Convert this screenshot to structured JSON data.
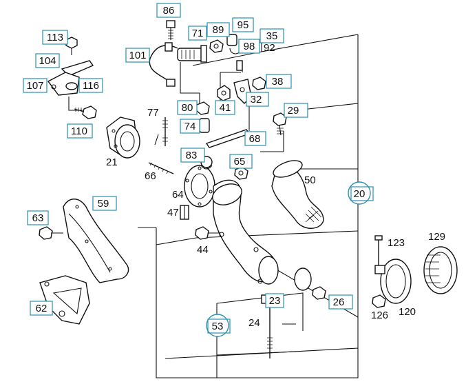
{
  "diagram": {
    "accent_color": "#2a8fb0",
    "boxed_labels": [
      {
        "key": "86",
        "text": "86"
      },
      {
        "key": "71",
        "text": "71"
      },
      {
        "key": "89",
        "text": "89"
      },
      {
        "key": "95",
        "text": "95"
      },
      {
        "key": "35",
        "text": "35"
      },
      {
        "key": "98",
        "text": "98"
      },
      {
        "key": "113",
        "text": "113"
      },
      {
        "key": "101",
        "text": "101"
      },
      {
        "key": "104",
        "text": "104"
      },
      {
        "key": "107",
        "text": "107"
      },
      {
        "key": "116",
        "text": "116"
      },
      {
        "key": "38",
        "text": "38"
      },
      {
        "key": "80",
        "text": "80"
      },
      {
        "key": "41",
        "text": "41"
      },
      {
        "key": "32",
        "text": "32"
      },
      {
        "key": "29",
        "text": "29"
      },
      {
        "key": "74",
        "text": "74"
      },
      {
        "key": "110",
        "text": "110"
      },
      {
        "key": "68",
        "text": "68"
      },
      {
        "key": "83",
        "text": "83"
      },
      {
        "key": "65",
        "text": "65"
      },
      {
        "key": "59",
        "text": "59"
      },
      {
        "key": "63",
        "text": "63"
      },
      {
        "key": "62",
        "text": "62"
      },
      {
        "key": "23",
        "text": "23"
      },
      {
        "key": "26",
        "text": "26"
      }
    ],
    "circled_labels": [
      {
        "key": "20",
        "text": "20"
      },
      {
        "key": "53",
        "text": "53"
      }
    ],
    "plain_labels": [
      {
        "key": "92",
        "text": "92"
      },
      {
        "key": "77",
        "text": "77"
      },
      {
        "key": "21",
        "text": "21"
      },
      {
        "key": "66",
        "text": "66"
      },
      {
        "key": "64",
        "text": "64"
      },
      {
        "key": "50",
        "text": "50"
      },
      {
        "key": "47",
        "text": "47"
      },
      {
        "key": "44",
        "text": "44"
      },
      {
        "key": "123",
        "text": "123"
      },
      {
        "key": "129",
        "text": "129"
      },
      {
        "key": "126",
        "text": "126"
      },
      {
        "key": "120",
        "text": "120"
      },
      {
        "key": "24",
        "text": "24"
      }
    ]
  }
}
